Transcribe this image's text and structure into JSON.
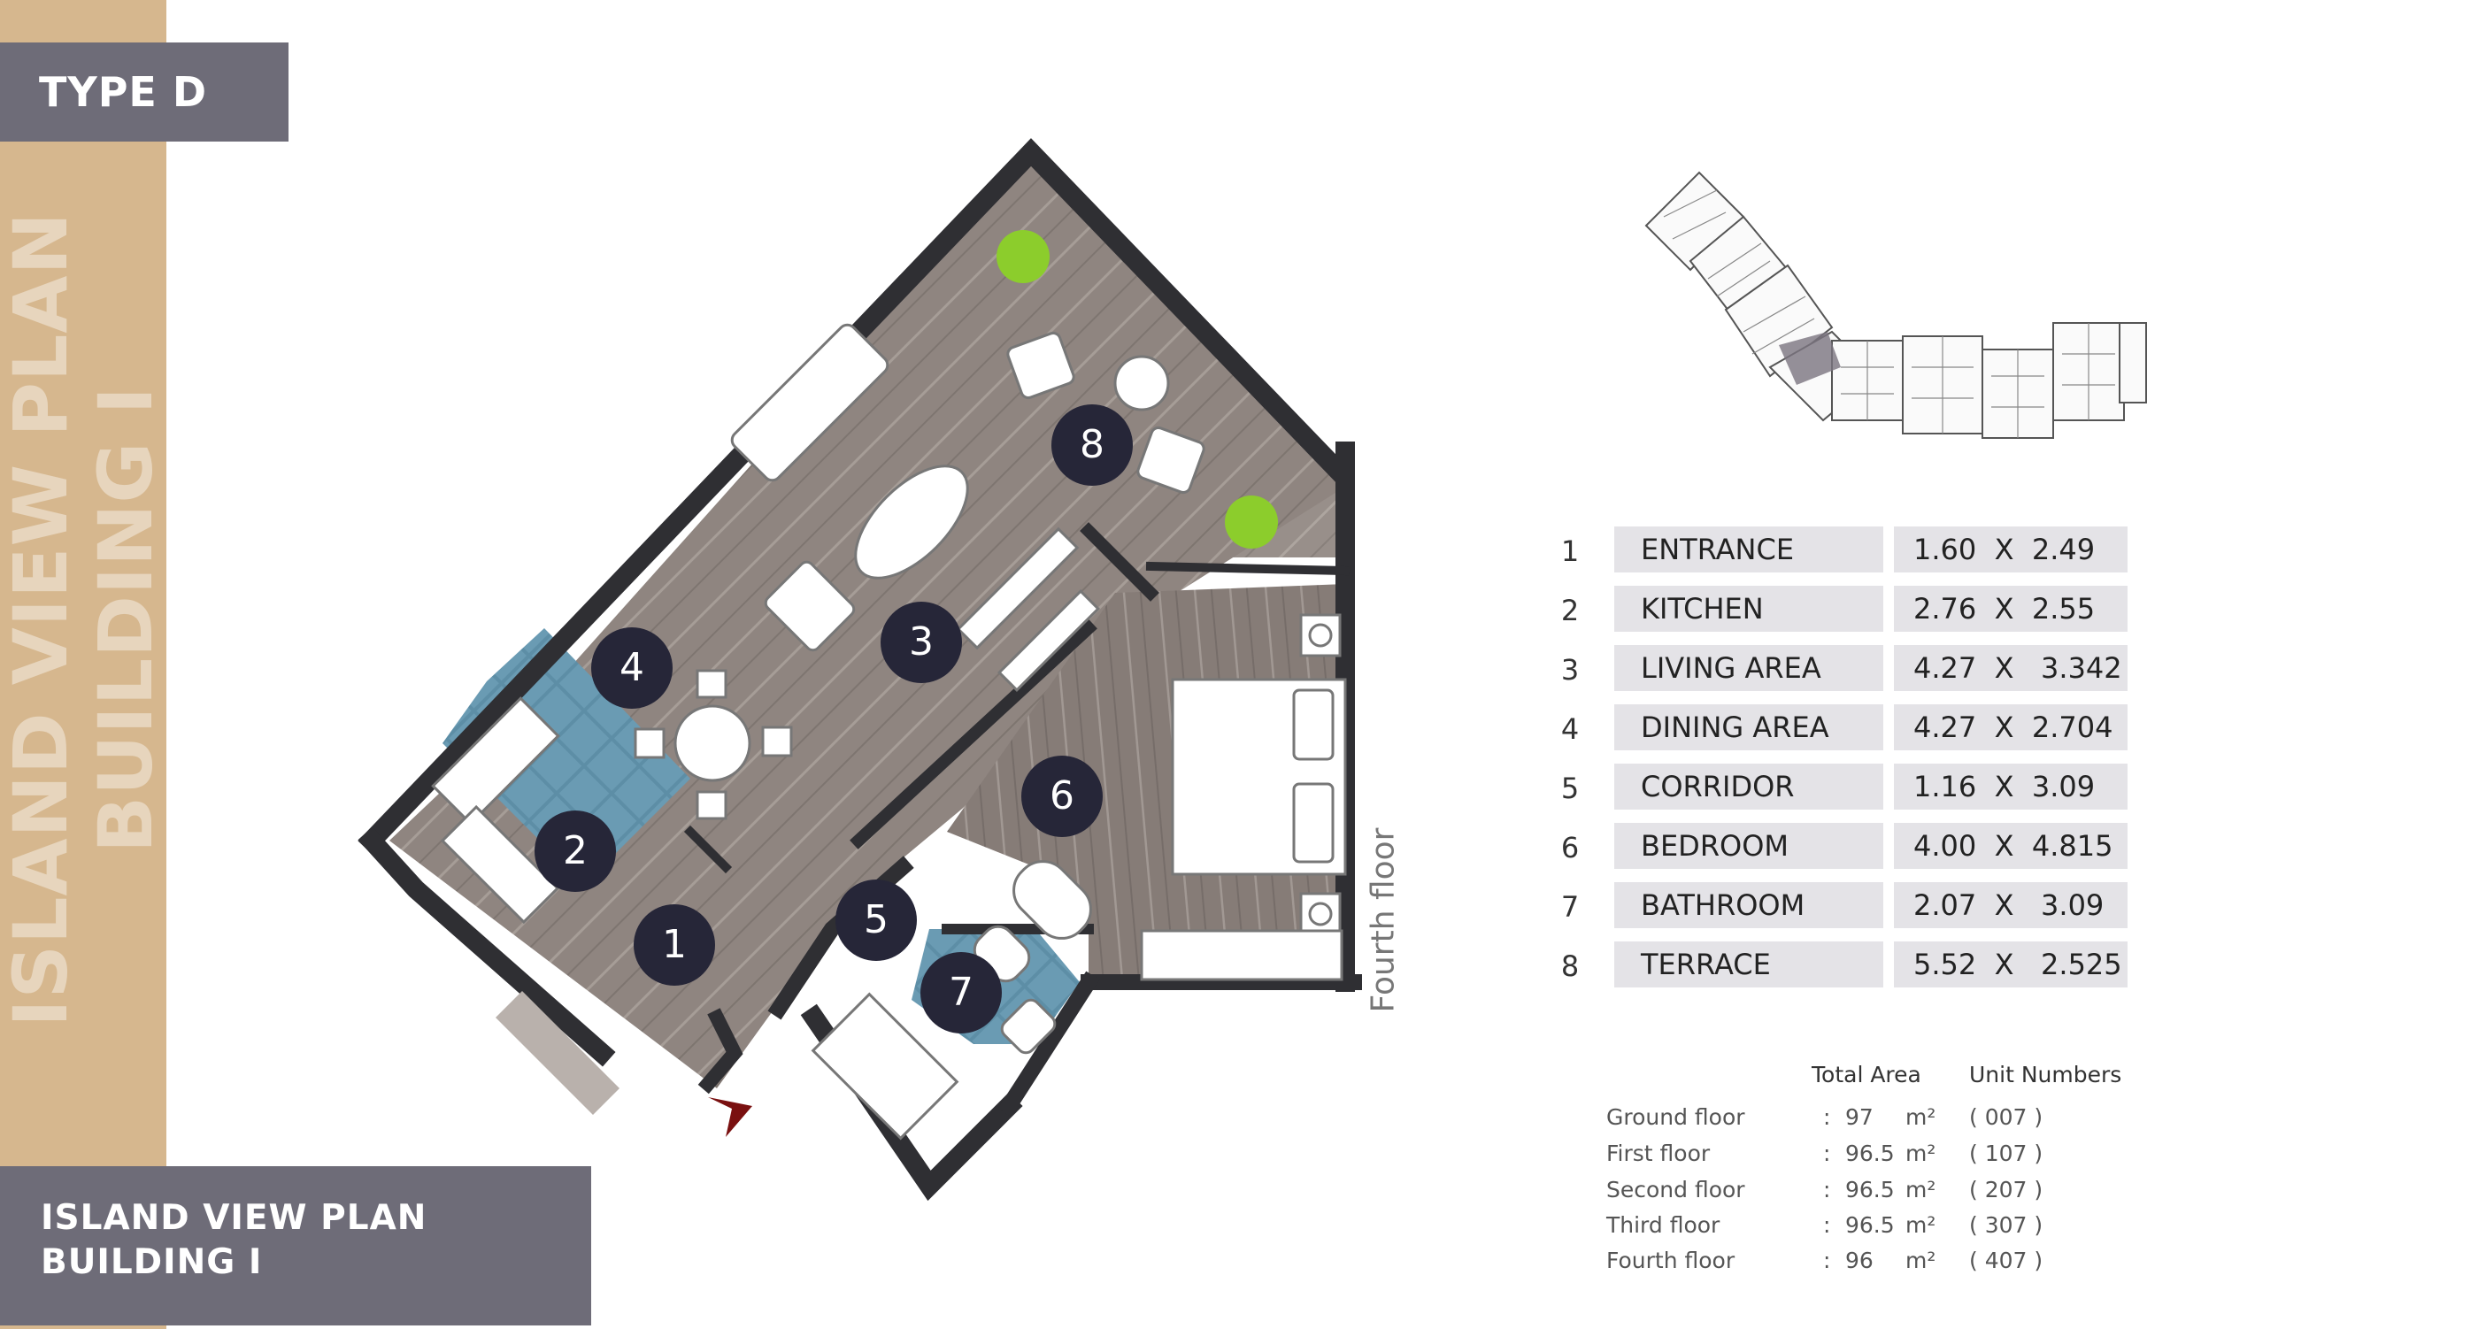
{
  "badges": {
    "type": "TYPE D",
    "plan_line1": "ISLAND VIEW PLAN",
    "plan_line2": "BUILDING I"
  },
  "vertical_title": {
    "line1": "ISLAND VIEW PLAN",
    "line2": "BUILDING I"
  },
  "floorplan": {
    "side_label": "Fourth floor",
    "markers": [
      "1",
      "2",
      "3",
      "4",
      "5",
      "6",
      "7",
      "8"
    ]
  },
  "rooms": [
    {
      "num": "1",
      "name": "ENTRANCE",
      "dims": "1.60  X  2.49"
    },
    {
      "num": "2",
      "name": "KITCHEN",
      "dims": "2.76  X  2.55"
    },
    {
      "num": "3",
      "name": "LIVING  AREA",
      "dims": "4.27  X   3.342"
    },
    {
      "num": "4",
      "name": "DINING AREA",
      "dims": "4.27  X  2.704"
    },
    {
      "num": "5",
      "name": "CORRIDOR",
      "dims": "1.16  X  3.09"
    },
    {
      "num": "6",
      "name": "BEDROOM",
      "dims": "4.00  X  4.815"
    },
    {
      "num": "7",
      "name": "BATHROOM",
      "dims": "2.07  X   3.09"
    },
    {
      "num": "8",
      "name": "TERRACE",
      "dims": "5.52  X   2.525"
    }
  ],
  "area_table": {
    "head_area": "Total Area",
    "head_units": "Unit  Numbers",
    "rows": [
      {
        "floor": "Ground floor",
        "sep": ":",
        "area": "97",
        "unit": "m²",
        "units": "( 007 )"
      },
      {
        "floor": "First floor",
        "sep": ":",
        "area": "96.5",
        "unit": "m²",
        "units": "( 107 )"
      },
      {
        "floor": "Second floor",
        "sep": ":",
        "area": "96.5",
        "unit": "m²",
        "units": "( 207 )"
      },
      {
        "floor": "Third floor",
        "sep": ":",
        "area": "96.5",
        "unit": "m²",
        "units": "( 307 )"
      },
      {
        "floor": "Fourth floor",
        "sep": ":",
        "area": "96",
        "unit": "m²",
        "units": "( 407 )"
      }
    ]
  },
  "colors": {
    "strip": "#d6b78e",
    "badge": "#6e6c78",
    "wall": "#2f2f33",
    "floor_wood": "#8f8580",
    "tile": "#5d8ea6",
    "marker": "#262638",
    "table_cell": "#e4e3e7",
    "plant": "#8ccd2c",
    "arrow": "#7a1010"
  }
}
